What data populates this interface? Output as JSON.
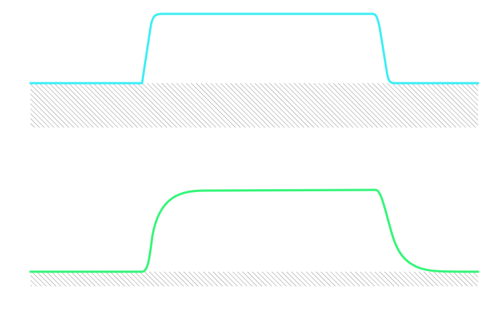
{
  "colors": {
    "top_signal": "#3deef5",
    "bottom_signal": "#35f57a",
    "hatch_line": "#777777",
    "background": "#ffffff"
  },
  "signals": [
    {
      "id": "top",
      "shape": "sharp rectangular pulse",
      "baseline": 0,
      "high": 1
    },
    {
      "id": "bottom",
      "shape": "rounded pulse with slow rise and exponential decay",
      "baseline": 0,
      "high": 1
    }
  ]
}
